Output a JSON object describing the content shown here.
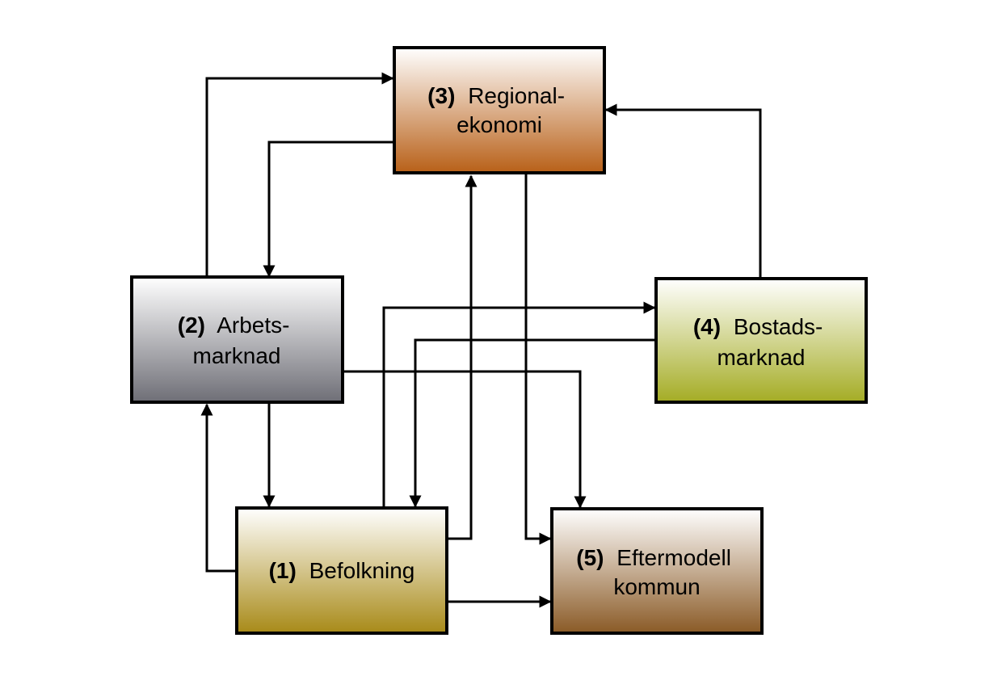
{
  "nodes": {
    "regional": {
      "number": "(3)",
      "lines": [
        "Regional-",
        "ekonomi"
      ],
      "gradient": [
        "#ffffff",
        "#b86018"
      ]
    },
    "arbets": {
      "number": "(2)",
      "lines": [
        "Arbets-",
        "marknad"
      ],
      "gradient": [
        "#ffffff",
        "#6e6e76"
      ]
    },
    "bostads": {
      "number": "(4)",
      "lines": [
        "Bostads-",
        "marknad"
      ],
      "gradient": [
        "#ffffff",
        "#a4ac24"
      ]
    },
    "befolkning": {
      "number": "(1)",
      "lines": [
        "Befolkning"
      ],
      "gradient": [
        "#ffffff",
        "#a88a18"
      ]
    },
    "eftermodell": {
      "number": "(5)",
      "lines": [
        "Eftermodell",
        "kommun"
      ],
      "gradient": [
        "#ffffff",
        "#8a5a26"
      ]
    }
  },
  "colors": {
    "border": "#000000",
    "arrow": "#000000",
    "background": "#ffffff"
  }
}
